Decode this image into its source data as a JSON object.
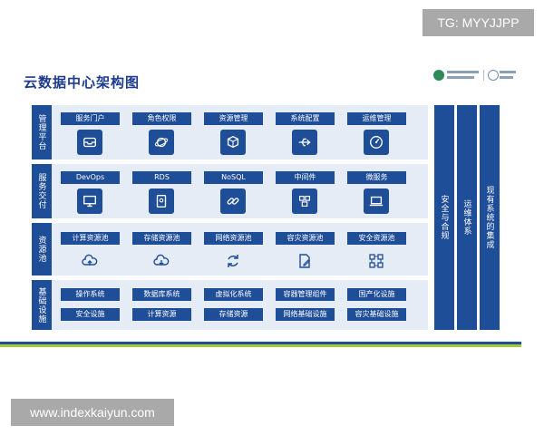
{
  "watermark_top": "TG: MYYJJPP",
  "watermark_bottom": "www.indexkaiyun.com",
  "title": "云数据中心架构图",
  "rows": [
    {
      "label": "管理平台",
      "chips": [
        "服务门户",
        "角色权限",
        "资源管理",
        "系统配置",
        "运维管理"
      ],
      "icons": [
        "inbox-icon",
        "planet-icon",
        "box-icon",
        "usb-icon",
        "gauge-icon"
      ]
    },
    {
      "label": "服务交付",
      "chips": [
        "DevOps",
        "RDS",
        "NoSQL",
        "中间件",
        "微服务"
      ],
      "icons": [
        "monitor-icon",
        "badge-icon",
        "link-icon",
        "cluster-icon",
        "laptop-icon"
      ]
    },
    {
      "label": "资源池",
      "chips": [
        "计算资源池",
        "存储资源池",
        "网络资源池",
        "容灾资源池",
        "安全资源池"
      ],
      "icons": [
        "cloud-upload-icon",
        "cloud-download-icon",
        "refresh-icon",
        "document-edit-icon",
        "network-nodes-icon"
      ]
    },
    {
      "label": "基础设施",
      "chips_row1": [
        "操作系统",
        "数据库系统",
        "虚拟化系统",
        "容器管理组件",
        "国产化设施"
      ],
      "chips_row2": [
        "安全设施",
        "计算资源",
        "存储资源",
        "网络基础设施",
        "容灾基础设施"
      ]
    }
  ],
  "columns": [
    "安全与合规",
    "运维体系",
    "现有系统的集成"
  ],
  "colors": {
    "primary": "#1f4e99",
    "row_bg": "#e6ecf5",
    "accent_green": "#a3c938",
    "watermark_bg": "#a9a9a9"
  }
}
